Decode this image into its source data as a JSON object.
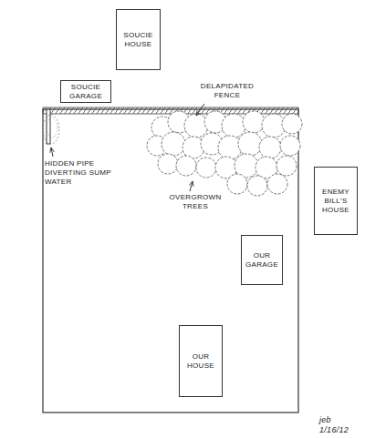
{
  "diagram": {
    "nodes": [
      {
        "text": [
          "SOUCIE HOUSE"
        ]
      },
      {
        "text": [
          "SOUCIE GARAGE"
        ]
      },
      {
        "text": [
          "ENEMY BILL'S HOUSE"
        ]
      },
      {
        "text": [
          "OUR GARAGE"
        ]
      },
      {
        "text": [
          "OUR HOUSE"
        ]
      }
    ],
    "labels": [
      "DELAPIDATED FENCE",
      "HIDDEN PIPE DIVERTING SUMP WATER",
      "OVERGROWN TREES",
      "jeb 1/16/12"
    ]
  }
}
